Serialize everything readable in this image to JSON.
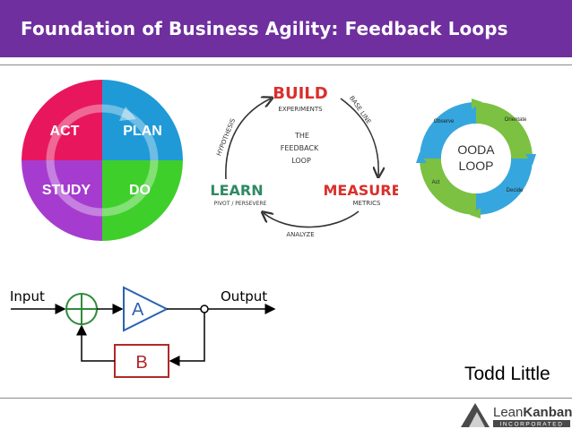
{
  "slide": {
    "title": "Foundation of Business Agility: Feedback Loops",
    "author": "Todd Little"
  },
  "pdsa": {
    "quadrants": [
      {
        "label": "ACT",
        "color": "#e8175d"
      },
      {
        "label": "PLAN",
        "color": "#1f9ad6"
      },
      {
        "label": "STUDY",
        "color": "#a63ccf"
      },
      {
        "label": "DO",
        "color": "#3fcf2b"
      }
    ]
  },
  "lean_loop": {
    "center": [
      "THE",
      "FEEDBACK",
      "LOOP"
    ],
    "build": {
      "title": "BUILD",
      "sub": "EXPERIMENTS"
    },
    "measure": {
      "title": "MEASURE",
      "sub": "METRICS"
    },
    "learn": {
      "title": "LEARN",
      "sub": "PIVOT / PERSEVERE"
    },
    "arcs": {
      "top_right": "BASE LINE",
      "bottom": "ANALYZE",
      "left": "HYPOTHESIS"
    },
    "colors": {
      "build": "#d9302c",
      "measure": "#d9302c",
      "learn": "#2f8a63"
    }
  },
  "ooda": {
    "center": [
      "OODA",
      "LOOP"
    ],
    "steps": [
      "Observe",
      "Orientate",
      "Decide",
      "Act"
    ],
    "colors": {
      "green": "#7cc142",
      "blue": "#36a6de"
    }
  },
  "control": {
    "input_label": "Input",
    "output_label": "Output",
    "amp_label": "A",
    "feedback_label": "B",
    "colors": {
      "summing": "#2e8b3a",
      "amplifier": "#2b62b0",
      "feedback": "#b02a2a"
    }
  },
  "brand": {
    "name_part1": "Lean",
    "name_part2": "Kanban",
    "tagline": "INCORPORATED"
  }
}
